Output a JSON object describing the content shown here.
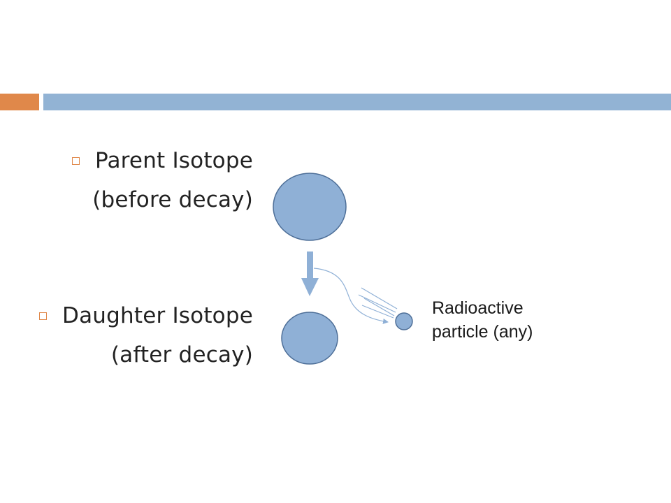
{
  "header": {
    "accent_color": "#e0884a",
    "bar_color": "#92b3d4"
  },
  "bullets": [
    {
      "icon": "hollow-square-bullet-icon",
      "line1": "Parent Isotope",
      "line2": "(before decay)"
    },
    {
      "icon": "hollow-square-bullet-icon",
      "line1": "Daughter Isotope",
      "line2": "(after decay)"
    }
  ],
  "diagram": {
    "fill_color": "#8fb0d6",
    "stroke_color": "#4e6f98",
    "particle_label_line1": "Radioactive",
    "particle_label_line2": "particle (any)"
  }
}
